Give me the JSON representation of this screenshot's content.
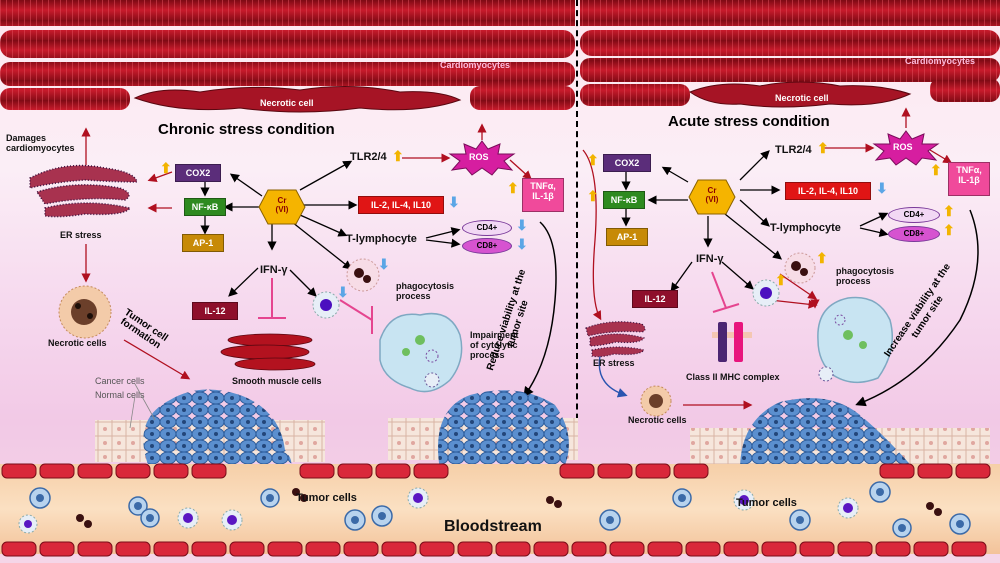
{
  "left": {
    "title": "Chronic stress condition",
    "cardiomyocytes": "Cardiomyocytes",
    "necrotic_cell": "Necrotic cell",
    "damages": "Damages\ncardiomyocytes",
    "er_stress": "ER stress",
    "necrotic_cells": "Necrotic cells",
    "tumor_formation": "Tumor cell\nformation",
    "cancer_cells": "Cancer cells",
    "normal_cells": "Normal cells",
    "cox2": "COX2",
    "nfkb": "NF-κB",
    "ap1": "AP-1",
    "cr": "Cr\n(VI)",
    "tlr": "TLR2/4",
    "ros": "ROS",
    "tnf": "TNFα,\nIL-1β",
    "il_group": "IL-2, IL-4, IL10",
    "tlymph": "T-lymphocyte",
    "cd4": "CD4+",
    "cd8": "CD8+",
    "ifn": "IFN-γ",
    "il12": "IL-12",
    "phago": "phagocytosis\nprocess",
    "smooth": "Smooth muscle cells",
    "impair": "Impairment\nof cytolytic\nprocess",
    "reduce": "Reduce viability at the\ntumor site",
    "tumor_cells": "Tumor cells"
  },
  "right": {
    "title": "Acute stress condition",
    "cardiomyocytes": "Cardiomyocytes",
    "necrotic_cell": "Necrotic cell",
    "cox2": "COX2",
    "nfkb": "NF-κB",
    "ap1": "AP-1",
    "cr": "Cr\n(VI)",
    "tlr": "TLR2/4",
    "ros": "ROS",
    "tnf": "TNFα,\nIL-1β",
    "il_group": "IL-2, IL-4, IL10",
    "tlymph": "T-lymphocyte",
    "cd4": "CD4+",
    "cd8": "CD8+",
    "ifn": "IFN-γ",
    "il12": "IL-12",
    "phago": "phagocytosis\nprocess",
    "mhc": "Class II MHC complex",
    "er_stress": "ER stress",
    "necrotic_cells": "Necrotic cells",
    "increase": "Increase viability at the\ntumor site",
    "tumor_cells": "Tumor cells"
  },
  "bloodstream": "Bloodstream",
  "colors": {
    "muscle": "#b3121f",
    "cox2": "#5b2d7a",
    "nfkb": "#2e8a1f",
    "ap1": "#c78a07",
    "cr": "#f5b400",
    "il": "#e01515",
    "il12": "#8e0f2b",
    "ros": "#d61ea0",
    "tnf": "#f04a9b",
    "cancer": "#5b8fcf",
    "rbc": "#d9283a"
  }
}
